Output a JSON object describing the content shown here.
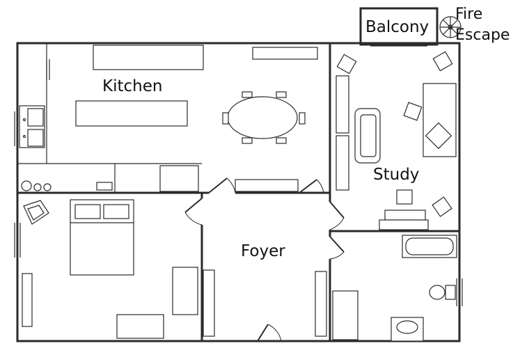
{
  "rooms": {
    "kitchen": "Kitchen",
    "study": "Study",
    "foyer": "Foyer",
    "balcony": "Balcony",
    "fire_escape_line1": "Fire",
    "fire_escape_line2": "Escape"
  },
  "colors": {
    "wall": "#2a2a2a",
    "background": "#ffffff"
  }
}
